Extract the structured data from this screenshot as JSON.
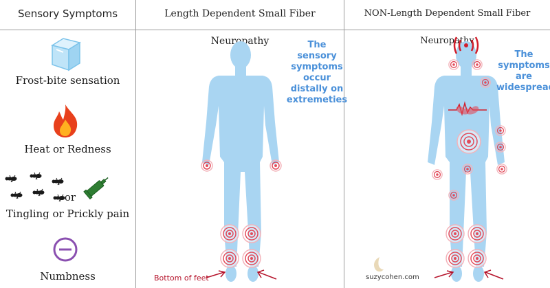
{
  "headers": {
    "col1": "Sensory Symptoms",
    "col2": "Length Dependent Small Fiber Neuropathy",
    "col3": "NON-Length Dependent Small Fiber Neuropathy"
  },
  "symptoms": {
    "frostbite": "Frost-bite sensation",
    "heat": "Heat or Redness",
    "or_word": "or",
    "tingling": "Tingling or Prickly pain",
    "numbness": "Numbness"
  },
  "length_dependent": {
    "note": [
      "The",
      "sensory",
      "symptoms",
      "occur",
      "distally on",
      "extremeties"
    ],
    "feet_label": "Bottom of feet"
  },
  "non_length_dependent": {
    "note": [
      "The",
      "symptoms",
      "are",
      "widespread"
    ]
  },
  "brand": "suzycohen.com",
  "colors": {
    "body": "#a9d5f2",
    "pain_ring": "#e24b5a",
    "note_text": "#4a90d9",
    "arrow": "#b5122a",
    "fire": "#e8401c",
    "numbness": "#8a4fb0"
  },
  "icons": [
    "ice-cube-icon",
    "flame-icon",
    "ant-icon",
    "syringe-icon",
    "minus-circle-icon"
  ]
}
